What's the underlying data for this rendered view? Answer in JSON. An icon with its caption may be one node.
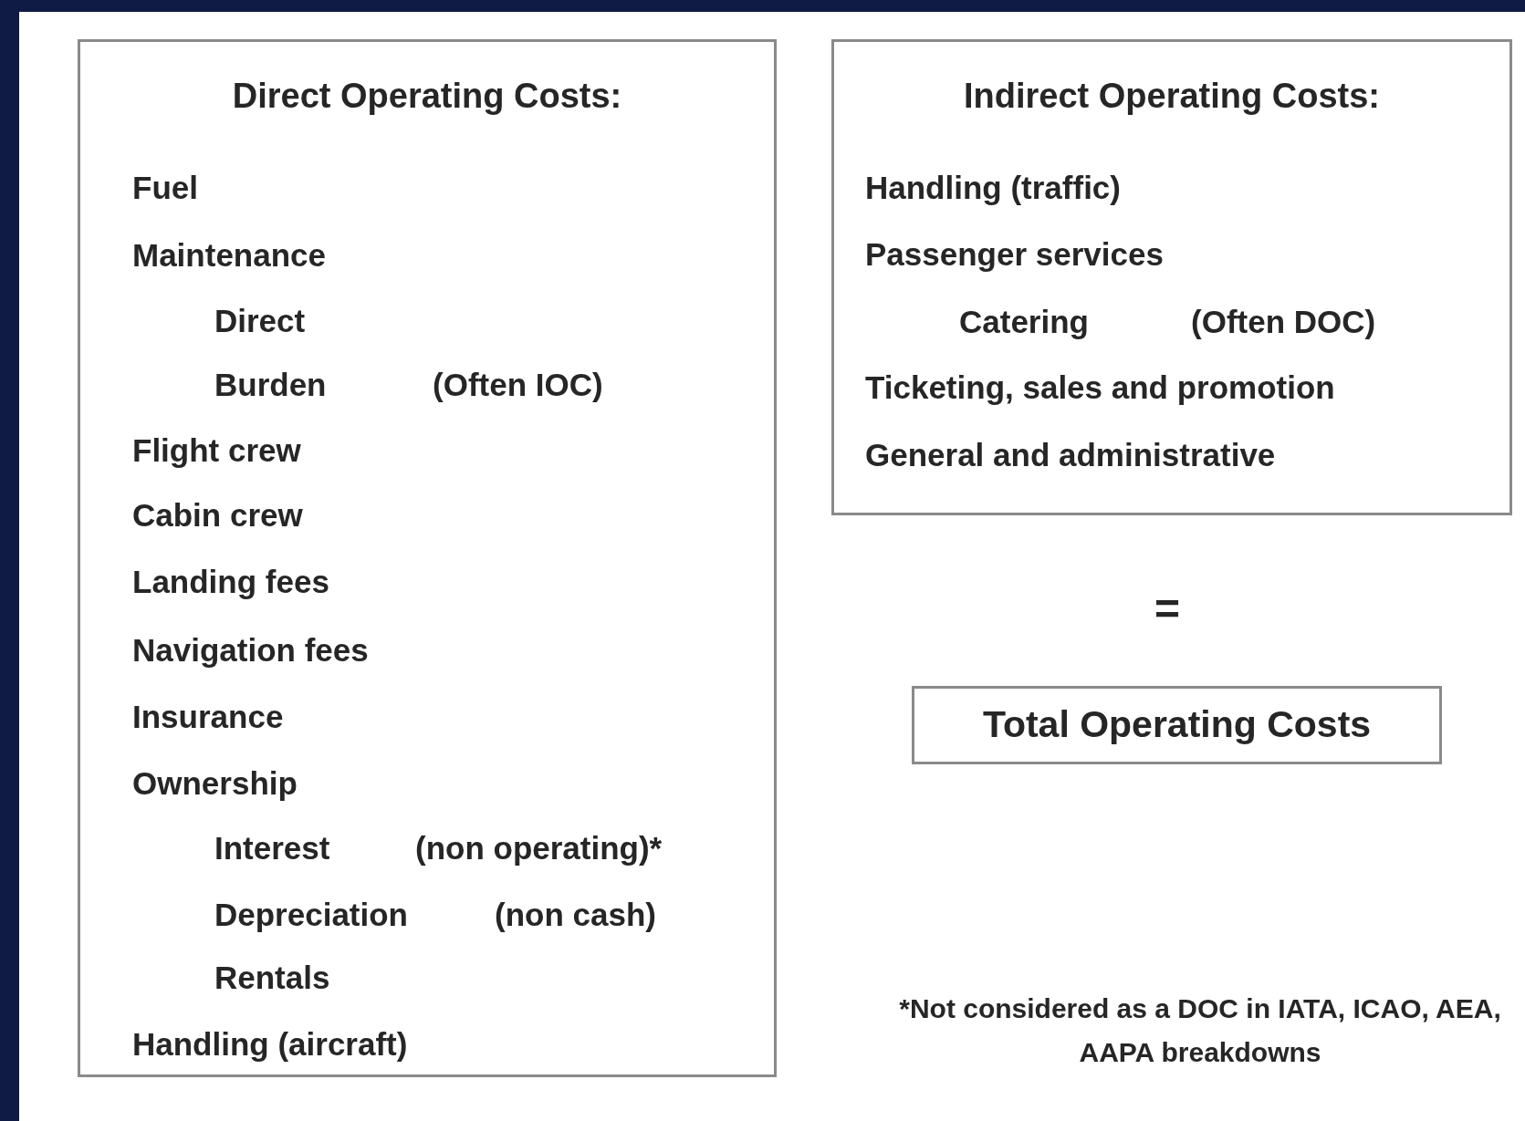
{
  "diagram": {
    "nodes": [
      {
        "text": [
          "Direct Operating Costs:",
          "Fuel",
          "Maintenance",
          "Direct",
          "Burden",
          "(Often IOC)",
          "Flight crew",
          "Cabin crew",
          "Landing fees",
          "Navigation fees",
          "Insurance",
          "Ownership",
          "Interest",
          "(non operating)*",
          "Depreciation",
          "(non cash)",
          "Rentals",
          "Handling (aircraft)"
        ]
      },
      {
        "text": [
          "Indirect Operating Costs:",
          "Handling (traffic)",
          "Passenger services",
          "Catering",
          "(Often DOC)",
          "Ticketing, sales and promotion",
          "General and administrative"
        ]
      },
      {
        "text": [
          "Total Operating Costs"
        ]
      }
    ],
    "labels": [
      "=",
      "*Not considered as a DOC in IATA, ICAO, AEA, AAPA breakdowns"
    ]
  }
}
